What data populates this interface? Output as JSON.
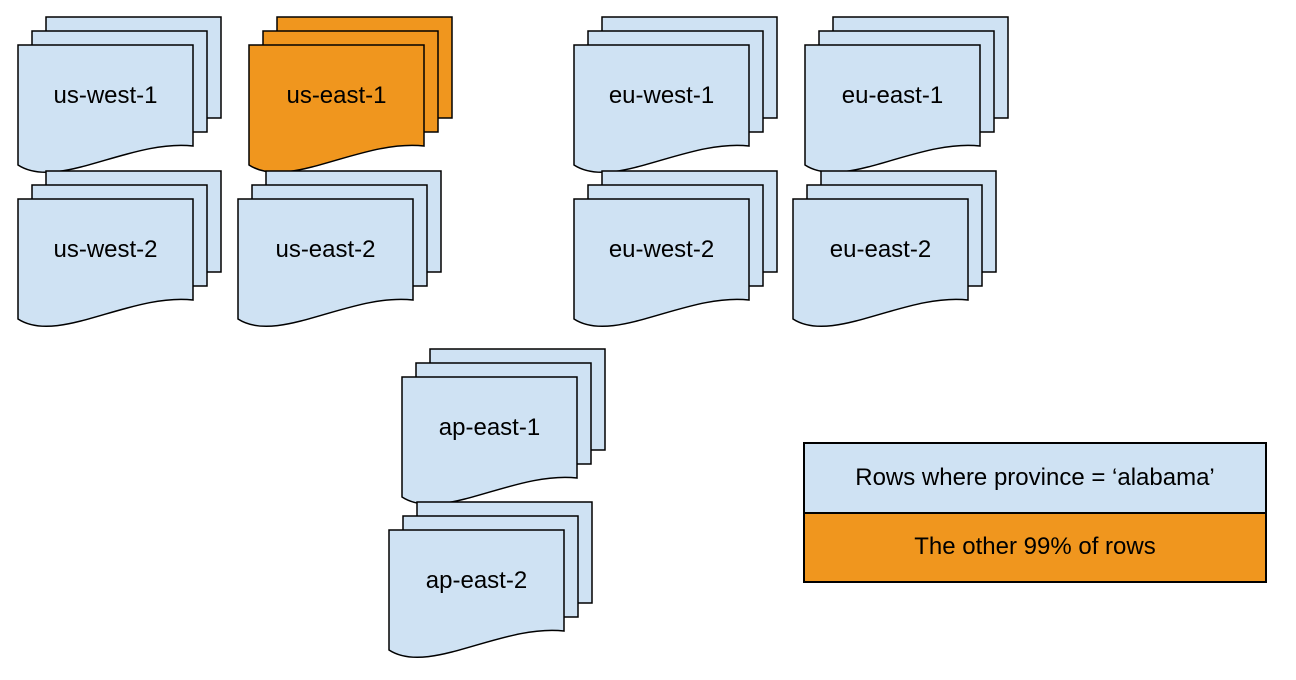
{
  "diagram": {
    "regions": [
      {
        "label": "us-west-1",
        "highlight": false
      },
      {
        "label": "us-east-1",
        "highlight": true
      },
      {
        "label": "eu-west-1",
        "highlight": false
      },
      {
        "label": "eu-east-1",
        "highlight": false
      },
      {
        "label": "us-west-2",
        "highlight": false
      },
      {
        "label": "us-east-2",
        "highlight": false
      },
      {
        "label": "eu-west-2",
        "highlight": false
      },
      {
        "label": "eu-east-2",
        "highlight": false
      },
      {
        "label": "ap-east-1",
        "highlight": false
      },
      {
        "label": "ap-east-2",
        "highlight": false
      }
    ],
    "legend": [
      {
        "label": "Rows where province = ‘alabama’",
        "swatch": "region_fill"
      },
      {
        "label": "The other 99% of rows",
        "swatch": "highlight_fill"
      }
    ],
    "colors": {
      "region_fill": "#cfe2f3",
      "highlight_fill": "#f0961e",
      "stroke": "#000000",
      "text": "#000000",
      "background": "#ffffff"
    }
  }
}
